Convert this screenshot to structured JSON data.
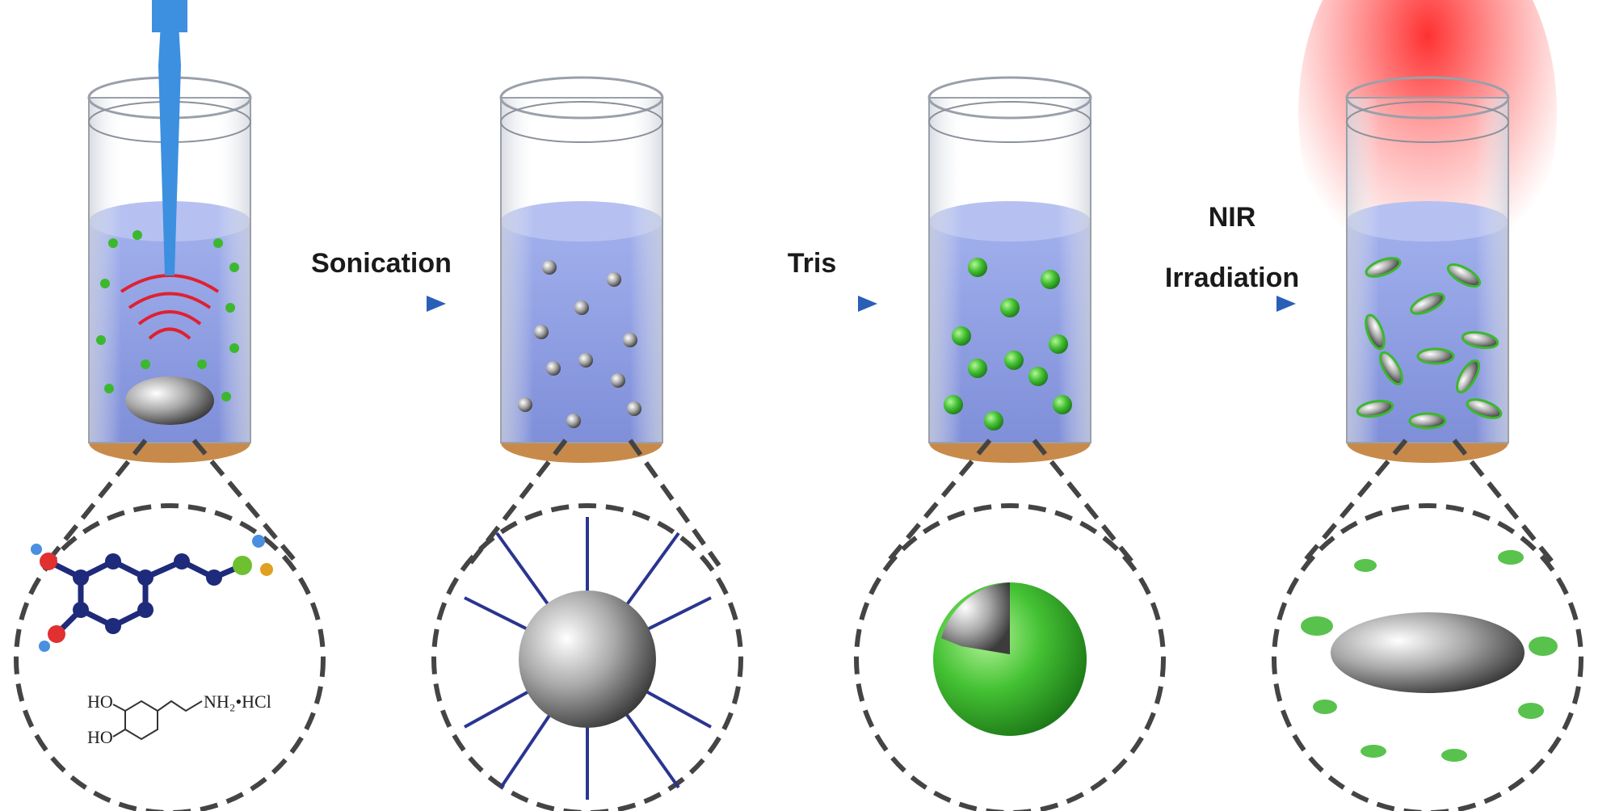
{
  "steps": [
    {
      "label": "Sonication"
    },
    {
      "label": "Tris"
    },
    {
      "label_line1": "NIR",
      "label_line2": "Irradiation"
    }
  ],
  "chemical": {
    "ho_top": "HO",
    "ho_bottom": "HO",
    "amine": "NH₂•HCl"
  },
  "colors": {
    "liquid": "#7b8fe0",
    "arrow": "#2a5fb8",
    "green": "#3cb82e",
    "laser": "#ff2020",
    "tip": "#3d8fe0"
  }
}
